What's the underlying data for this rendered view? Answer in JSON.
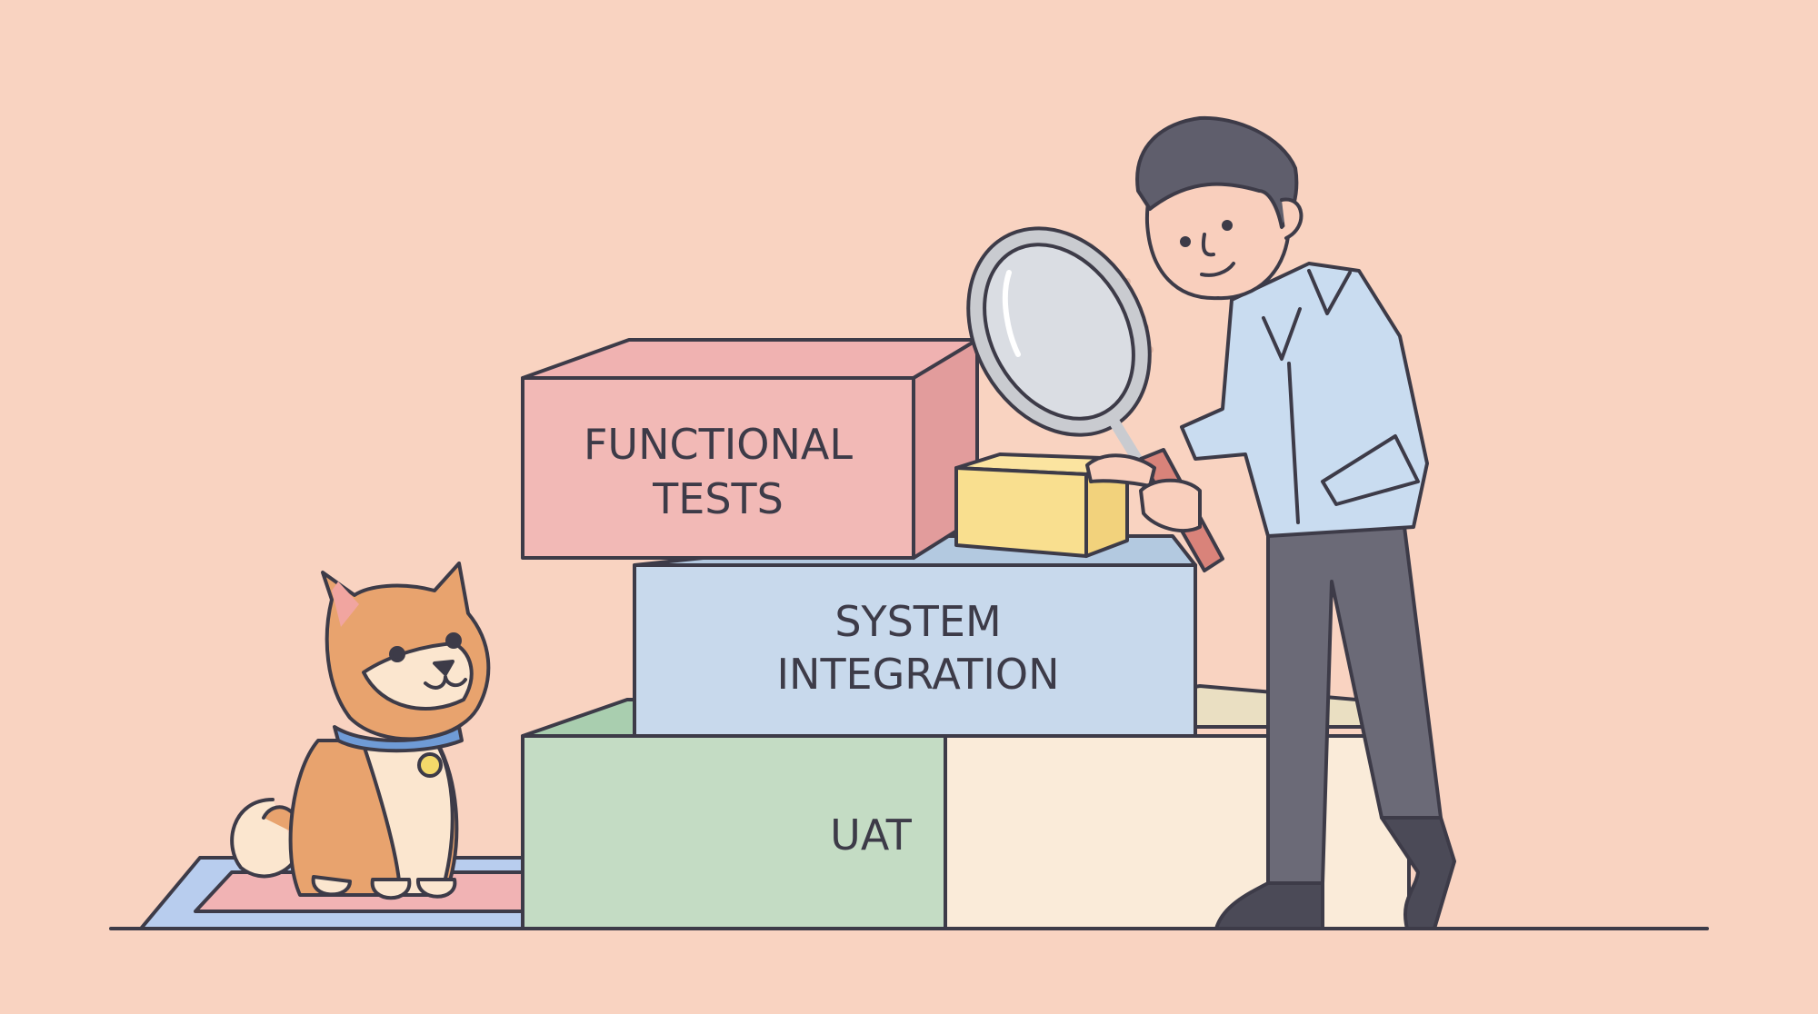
{
  "scene": {
    "title": "Software testing stack illustration",
    "background": "#f9d3c1",
    "outline": "#3d3b48"
  },
  "blocks": {
    "functional": {
      "line1": "FUNCTIONAL",
      "line2": "TESTS",
      "color": "#f2b9b6"
    },
    "system": {
      "line1": "SYSTEM",
      "line2": "INTEGRATION",
      "color": "#c8d9ec"
    },
    "uat": {
      "label": "UAT",
      "color": "#c4dcc4"
    },
    "cream": {
      "color": "#faebd9"
    },
    "small_box": {
      "color": "#f9df8f"
    }
  },
  "characters": {
    "person": {
      "shirt": "#c9dcf0",
      "pants": "#6b6a77",
      "hair": "#5f5e6c",
      "skin": "#f9cfbd"
    },
    "dog": {
      "fur": "#e8a36e",
      "cream": "#fbe6cf",
      "collar": "#6f9bd6",
      "bell": "#f4d96a"
    }
  },
  "props": {
    "magnifier": {
      "handle": "#d9837a",
      "rim": "#c9cbd0"
    },
    "mat": {
      "outer": "#b8cdee",
      "inner": "#f1b3b4"
    }
  }
}
